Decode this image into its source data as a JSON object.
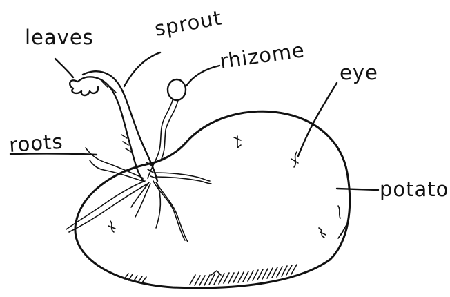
{
  "labels": {
    "leaves": "leaves",
    "sprout": "sprout",
    "rhizome": "rhizome",
    "roots": "roots",
    "eye": "eye",
    "potato": "potato"
  },
  "colors": {
    "ink": "#111111",
    "paper": "#ffffff"
  }
}
